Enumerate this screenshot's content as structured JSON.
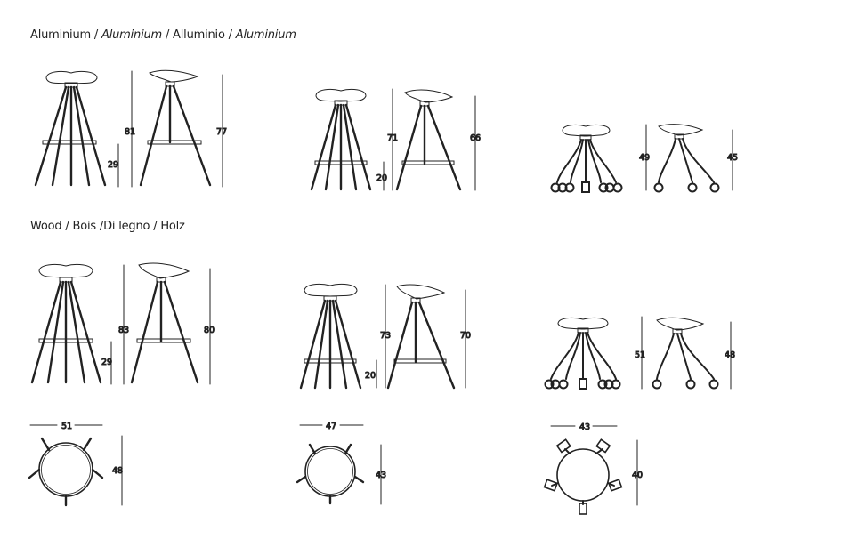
{
  "headings": {
    "aluminium": [
      {
        "text": "Aluminium / ",
        "italic": false
      },
      {
        "text": "Aluminium",
        "italic": true
      },
      {
        "text": " / Alluminio / ",
        "italic": false
      },
      {
        "text": "Aluminium",
        "italic": true
      }
    ],
    "wood": [
      {
        "text": "Wood / Bois /Di legno / Holz",
        "italic": false
      }
    ]
  },
  "aluminium_row": {
    "bar_stool": {
      "front_height": "81",
      "footrest_height": "29",
      "side_height": "77"
    },
    "counter_stool": {
      "front_height": "71",
      "footrest_height": "20",
      "side_height": "66"
    },
    "low_stool_casters": {
      "front_height": "49",
      "side_height": "45"
    }
  },
  "wood_row": {
    "bar_stool": {
      "front_height": "83",
      "footrest_height": "29",
      "side_height": "80"
    },
    "counter_stool": {
      "front_height": "73",
      "footrest_height": "20",
      "side_height": "70"
    },
    "low_stool_casters": {
      "front_height": "51",
      "side_height": "48"
    }
  },
  "top_views": {
    "bar_stool": {
      "width": "51",
      "depth": "48"
    },
    "counter_stool": {
      "width": "47",
      "depth": "43"
    },
    "low_stool_casters": {
      "width": "43",
      "depth": "40"
    }
  },
  "colors": {
    "line": "#222222",
    "background": "#ffffff"
  }
}
